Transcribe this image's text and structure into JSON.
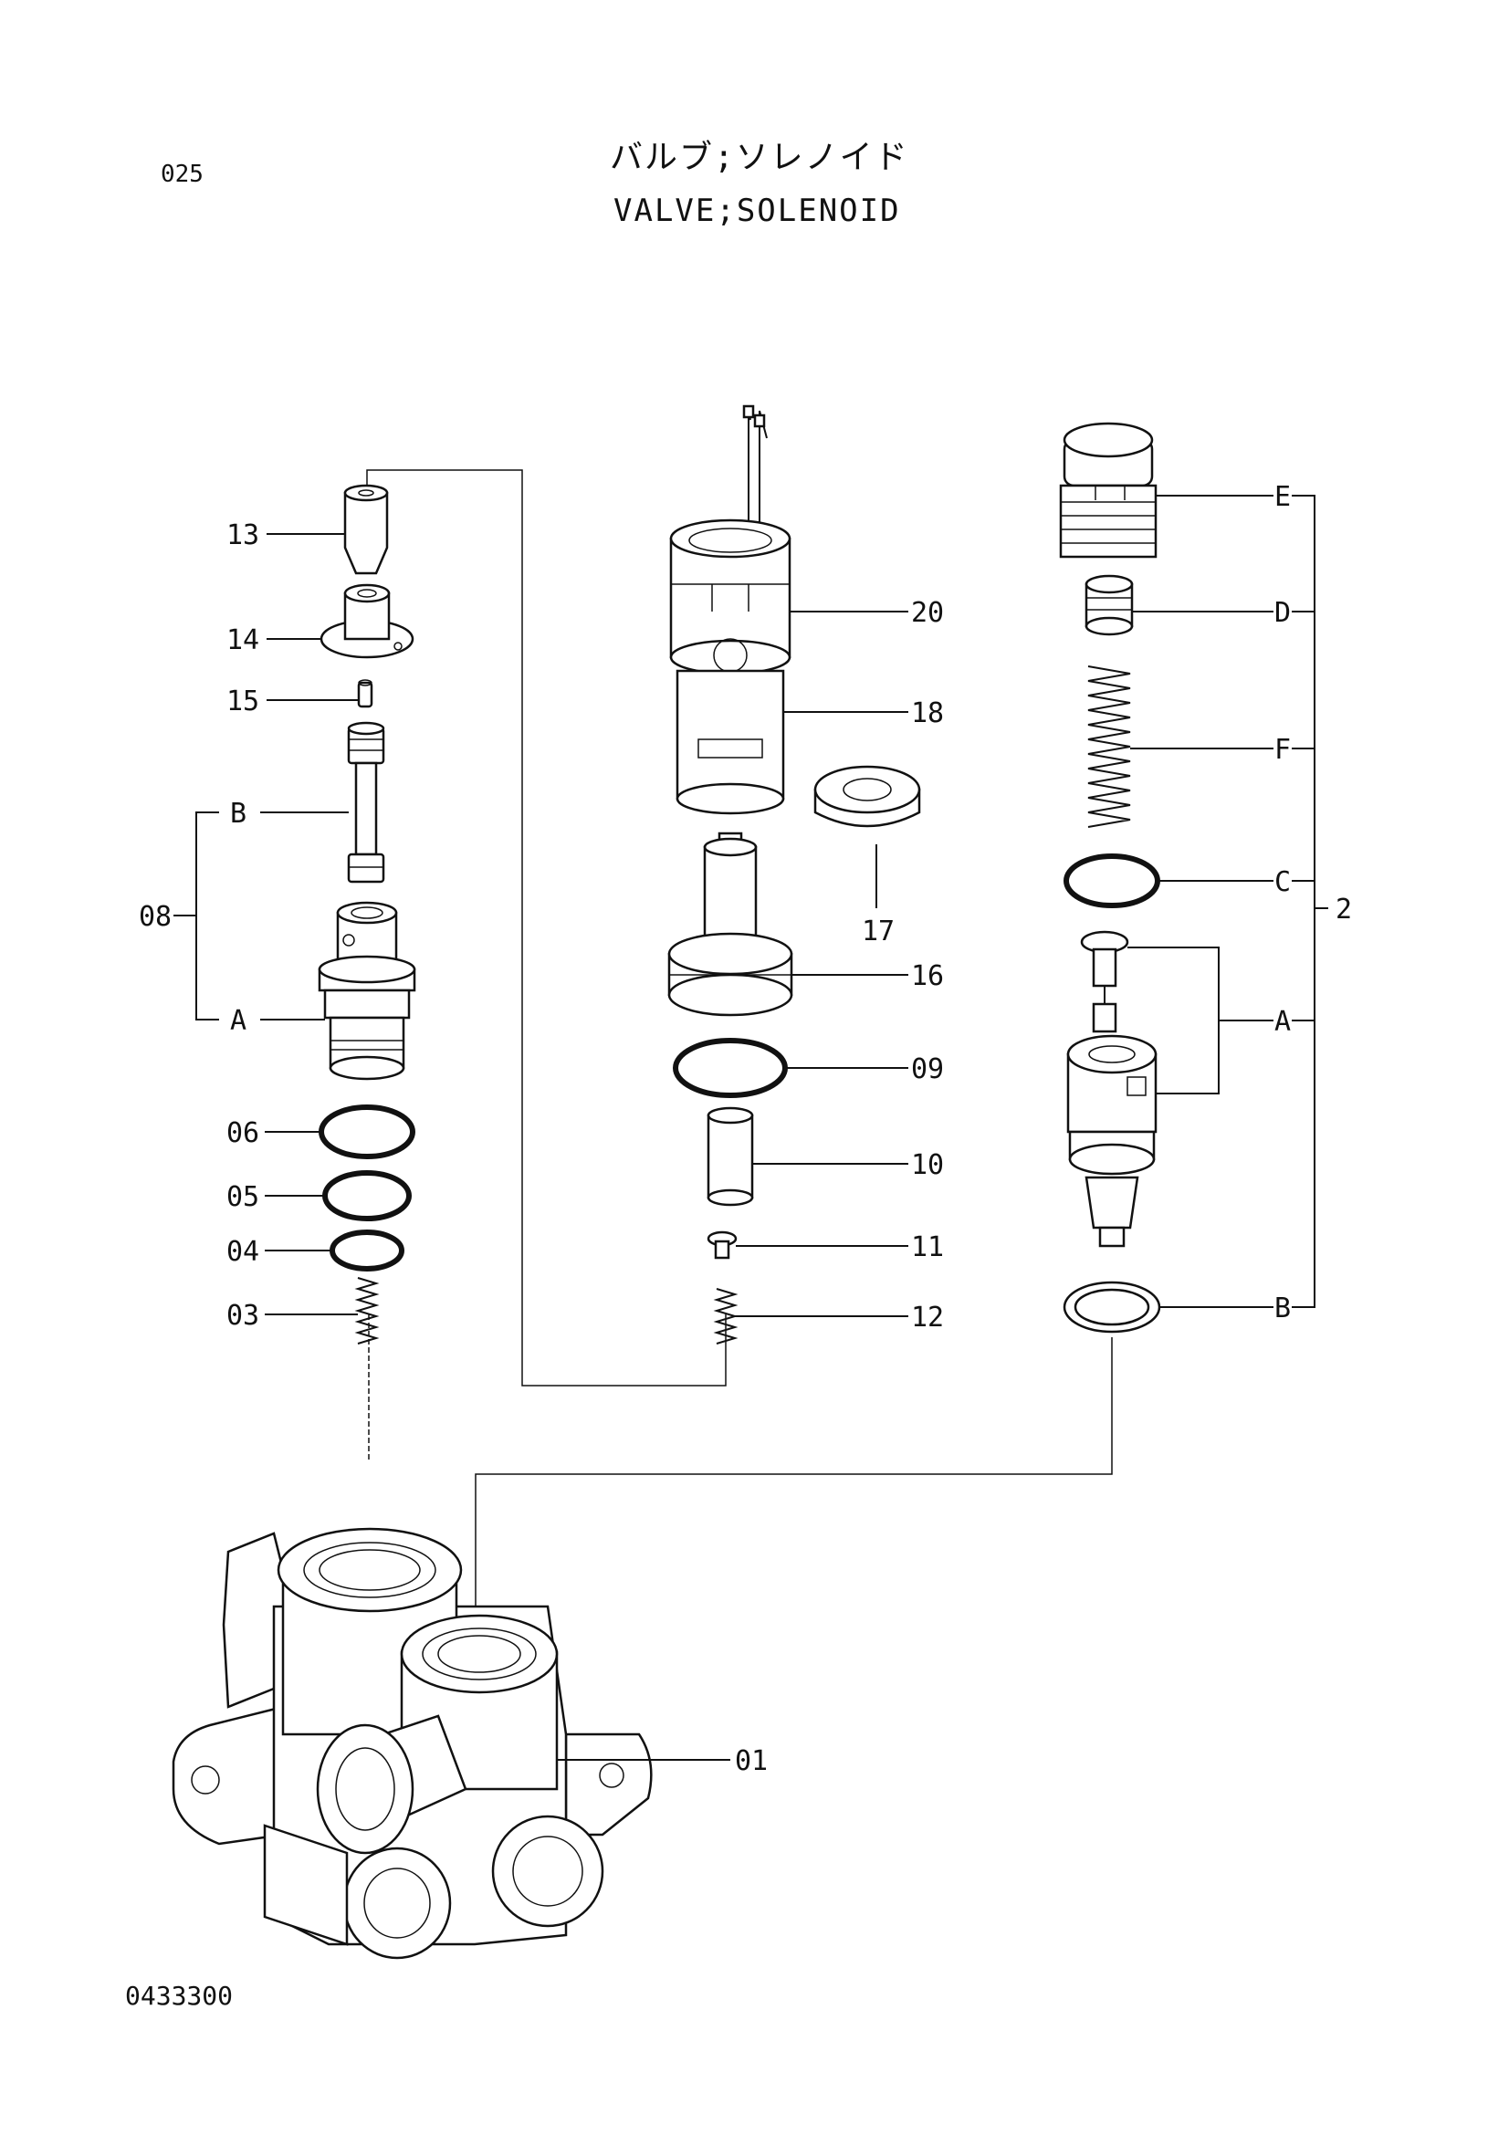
{
  "header": {
    "page_number": "025",
    "title_jp": "バルブ;ソレノイド",
    "title_en": "VALVE;SOLENOID"
  },
  "footer": {
    "drawing_number": "0433300"
  },
  "callouts": {
    "p13": "13",
    "p14": "14",
    "p15": "15",
    "p08": "08",
    "p08b": "B",
    "p08a": "A",
    "p06": "06",
    "p05": "05",
    "p04": "04",
    "p03": "03",
    "p20": "20",
    "p18": "18",
    "p17": "17",
    "p16": "16",
    "p09": "09",
    "p10": "10",
    "p11": "11",
    "p12": "12",
    "p2e": "E",
    "p2d": "D",
    "p2f": "F",
    "p2c": "C",
    "p2a": "A",
    "p2b": "B",
    "p2": "2",
    "p01": "01"
  }
}
